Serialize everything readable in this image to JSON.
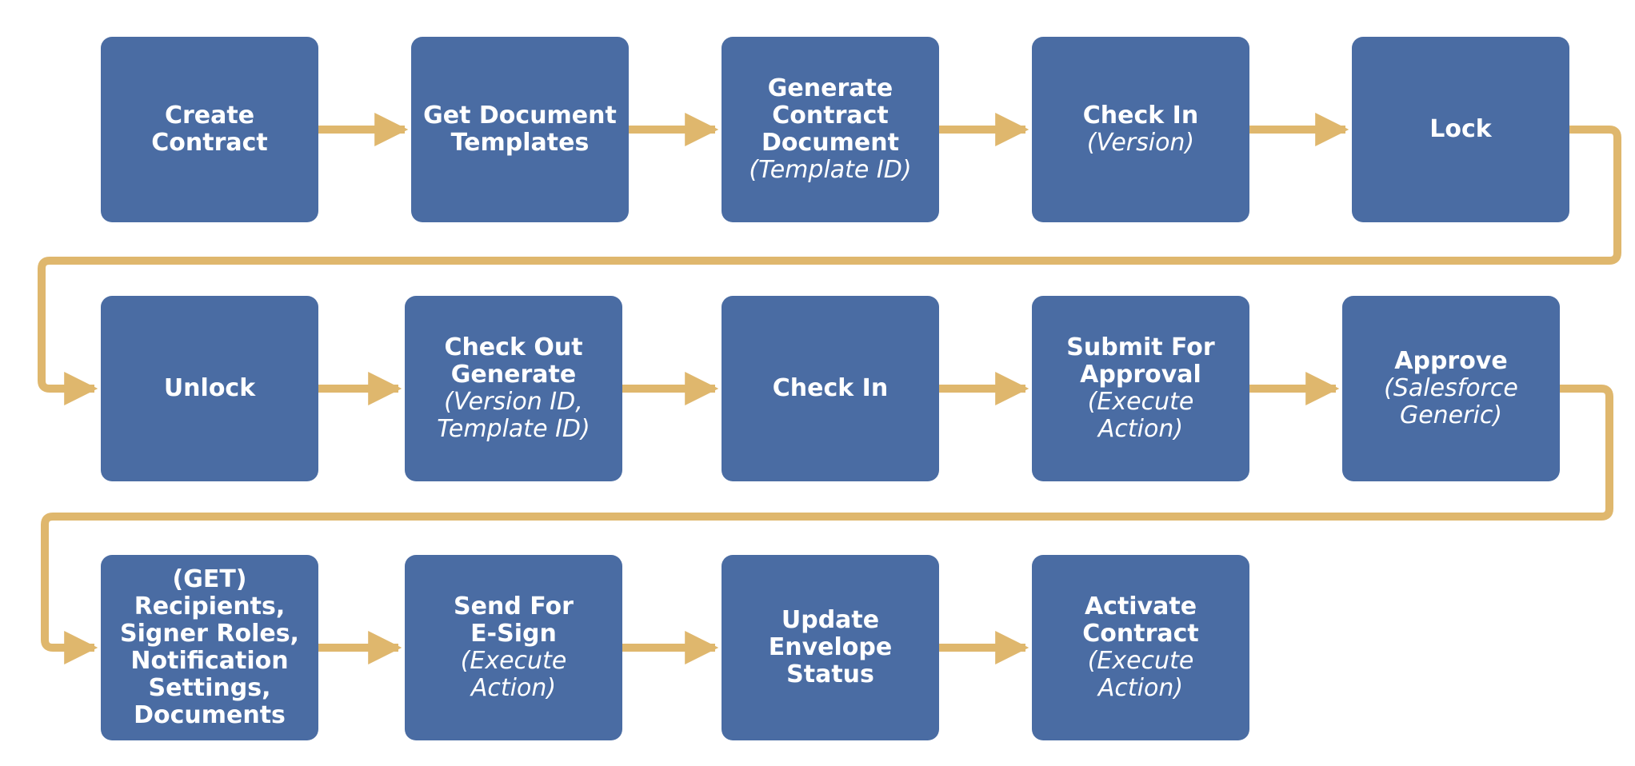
{
  "colors": {
    "box_fill": "#4a6ca3",
    "box_text": "#ffffff",
    "connector": "#dfb76d",
    "background": "#ffffff"
  },
  "steps": [
    {
      "title": "Create\nContract",
      "sub": ""
    },
    {
      "title": "Get Document\nTemplates",
      "sub": ""
    },
    {
      "title": "Generate\nContract\nDocument",
      "sub": "(Template ID)"
    },
    {
      "title": "Check In",
      "sub": "(Version)"
    },
    {
      "title": "Lock",
      "sub": ""
    },
    {
      "title": "Unlock",
      "sub": ""
    },
    {
      "title": "Check Out\nGenerate",
      "sub": "(Version ID,\nTemplate ID)"
    },
    {
      "title": "Check In",
      "sub": ""
    },
    {
      "title": "Submit For\nApproval",
      "sub": "(Execute Action)"
    },
    {
      "title": "Approve",
      "sub": "(Salesforce\nGeneric)"
    },
    {
      "title": "(GET)\nRecipients,\nSigner Roles,\nNotification\nSettings,\nDocuments",
      "sub": ""
    },
    {
      "title": "Send For\nE-Sign",
      "sub": "(Execute Action)"
    },
    {
      "title": "Update\nEnvelope\nStatus",
      "sub": ""
    },
    {
      "title": "Activate\nContract",
      "sub": "(Execute Action)"
    }
  ]
}
